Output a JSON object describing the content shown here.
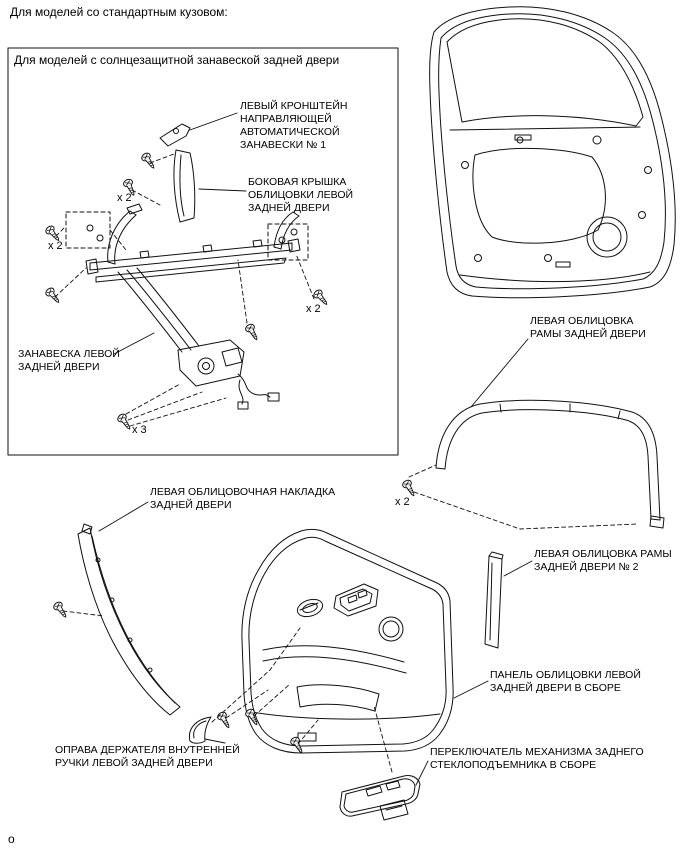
{
  "page": {
    "top_note": "Для моделей со стандартным кузовом:",
    "footer_mark": "o"
  },
  "curtain_box": {
    "title": "Для моделей с солнцезащитной занавеской задней двери",
    "labels": {
      "bracket": "ЛЕВЫЙ КРОНШТЕЙН\nНАПРАВЛЯЮЩЕЙ\nАВТОМАТИЧЕСКОЙ\nЗАНАВЕСКИ № 1",
      "side_cover": "БОКОВАЯ КРЫШКА\nОБЛИЦОВКИ ЛЕВОЙ\nЗАДНЕЙ ДВЕРИ",
      "curtain": "ЗАНАВЕСКА ЛЕВОЙ\nЗАДНЕЙ ДВЕРИ"
    }
  },
  "labels": {
    "frame_trim": "ЛЕВАЯ ОБЛИЦОВКА\nРАМЫ ЗАДНЕЙ ДВЕРИ",
    "trim_pad": "ЛЕВАЯ ОБЛИЦОВОЧНАЯ НАКЛАДКА\nЗАДНЕЙ ДВЕРИ",
    "frame_trim_2": "ЛЕВАЯ ОБЛИЦОВКА РАМЫ\nЗАДНЕЙ ДВЕРИ № 2",
    "panel": "ПАНЕЛЬ ОБЛИЦОВКИ ЛЕВОЙ\nЗАДНЕЙ ДВЕРИ В СБОРЕ",
    "handle_frame": "ОПРАВА ДЕРЖАТЕЛЯ ВНУТРЕННЕЙ\nРУЧКИ ЛЕВОЙ ЗАДНЕЙ ДВЕРИ",
    "switch": "ПЕРЕКЛЮЧАТЕЛЬ МЕХАНИЗМА ЗАДНЕГО\nСТЕКЛОПОДЪЕМНИКА В СБОРЕ"
  },
  "counts": {
    "two": "x 2",
    "three": "x 3"
  },
  "line_color": "#111111"
}
